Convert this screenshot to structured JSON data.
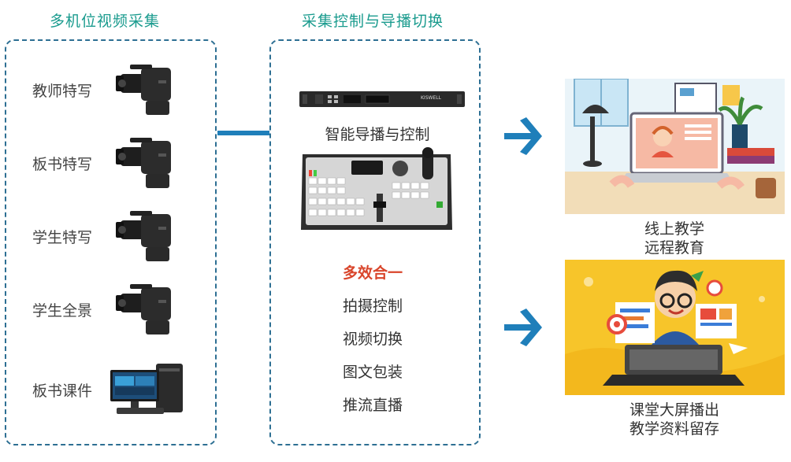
{
  "left_panel": {
    "title": "多机位视频采集",
    "items": [
      {
        "label": "教师特写",
        "icon": "camcorder-icon"
      },
      {
        "label": "板书特写",
        "icon": "camcorder-icon"
      },
      {
        "label": "学生特写",
        "icon": "camcorder-icon"
      },
      {
        "label": "学生全景",
        "icon": "camcorder-icon"
      },
      {
        "label": "板书课件",
        "icon": "desktop-computer-icon"
      }
    ]
  },
  "center_panel": {
    "title": "采集控制与导播切换",
    "device_label": "智能导播与控制",
    "device_brand": "KISWELL",
    "features": [
      "多效合一",
      "拍摄控制",
      "视频切换",
      "图文包装",
      "推流直播"
    ]
  },
  "outputs": [
    {
      "line1": "线上教学",
      "line2": "远程教育",
      "icon": "online-teaching-illustration"
    },
    {
      "line1": "课堂大屏播出",
      "line2": "教学资料留存",
      "icon": "classroom-screen-illustration"
    }
  ],
  "colors": {
    "title_teal": "#1a9b8e",
    "border_blue": "#2d6f93",
    "arrow_blue": "#1f7fba",
    "highlight_red": "#d9452b"
  }
}
